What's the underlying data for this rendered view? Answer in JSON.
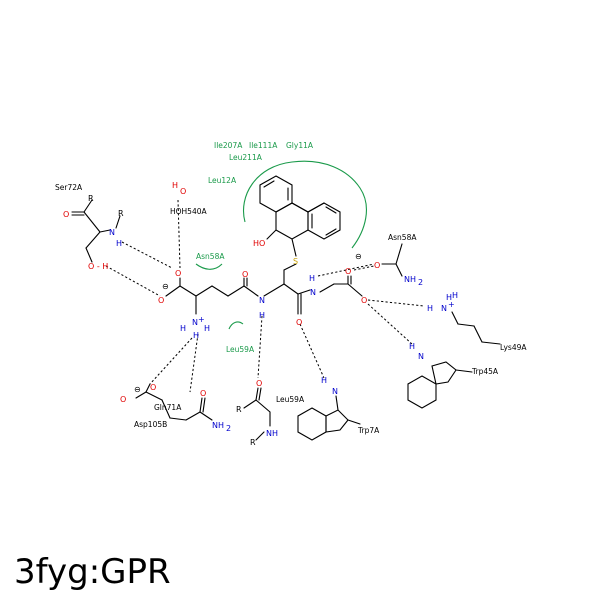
{
  "title": "3fyg:GPR",
  "residues": {
    "ser72a": "Ser72A",
    "hoh540a": "HOH540A",
    "asn58a_green": "Asn58A",
    "asn58a_black": "Asn58A",
    "leu59a_green": "Leu59A",
    "leu59a_black": "Leu59A",
    "gln71a": "Gln71A",
    "asp105b": "Asp105B",
    "trp7a": "Trp7A",
    "trp45a": "Trp45A",
    "lys49a": "Lys49A",
    "ile207a": "Ile207A",
    "ile111a": "Ile111A",
    "gly11a": "Gly11A",
    "leu211a": "Leu211A",
    "leu12a": "Leu12A"
  },
  "atoms": {
    "O": "O",
    "N": "N",
    "H": "H",
    "S": "S",
    "R": "R",
    "HO": "HO",
    "NH": "NH",
    "NH2": "NH",
    "sub2": "2",
    "OH": "O - H",
    "minus": "⊖",
    "plus": "+",
    "ho_water": "H",
    "o_water": "O"
  },
  "colors": {
    "hydrophobic": "#1a9a4a",
    "oxygen": "#e00000",
    "nitrogen": "#0000cc",
    "sulfur": "#c8a000"
  }
}
